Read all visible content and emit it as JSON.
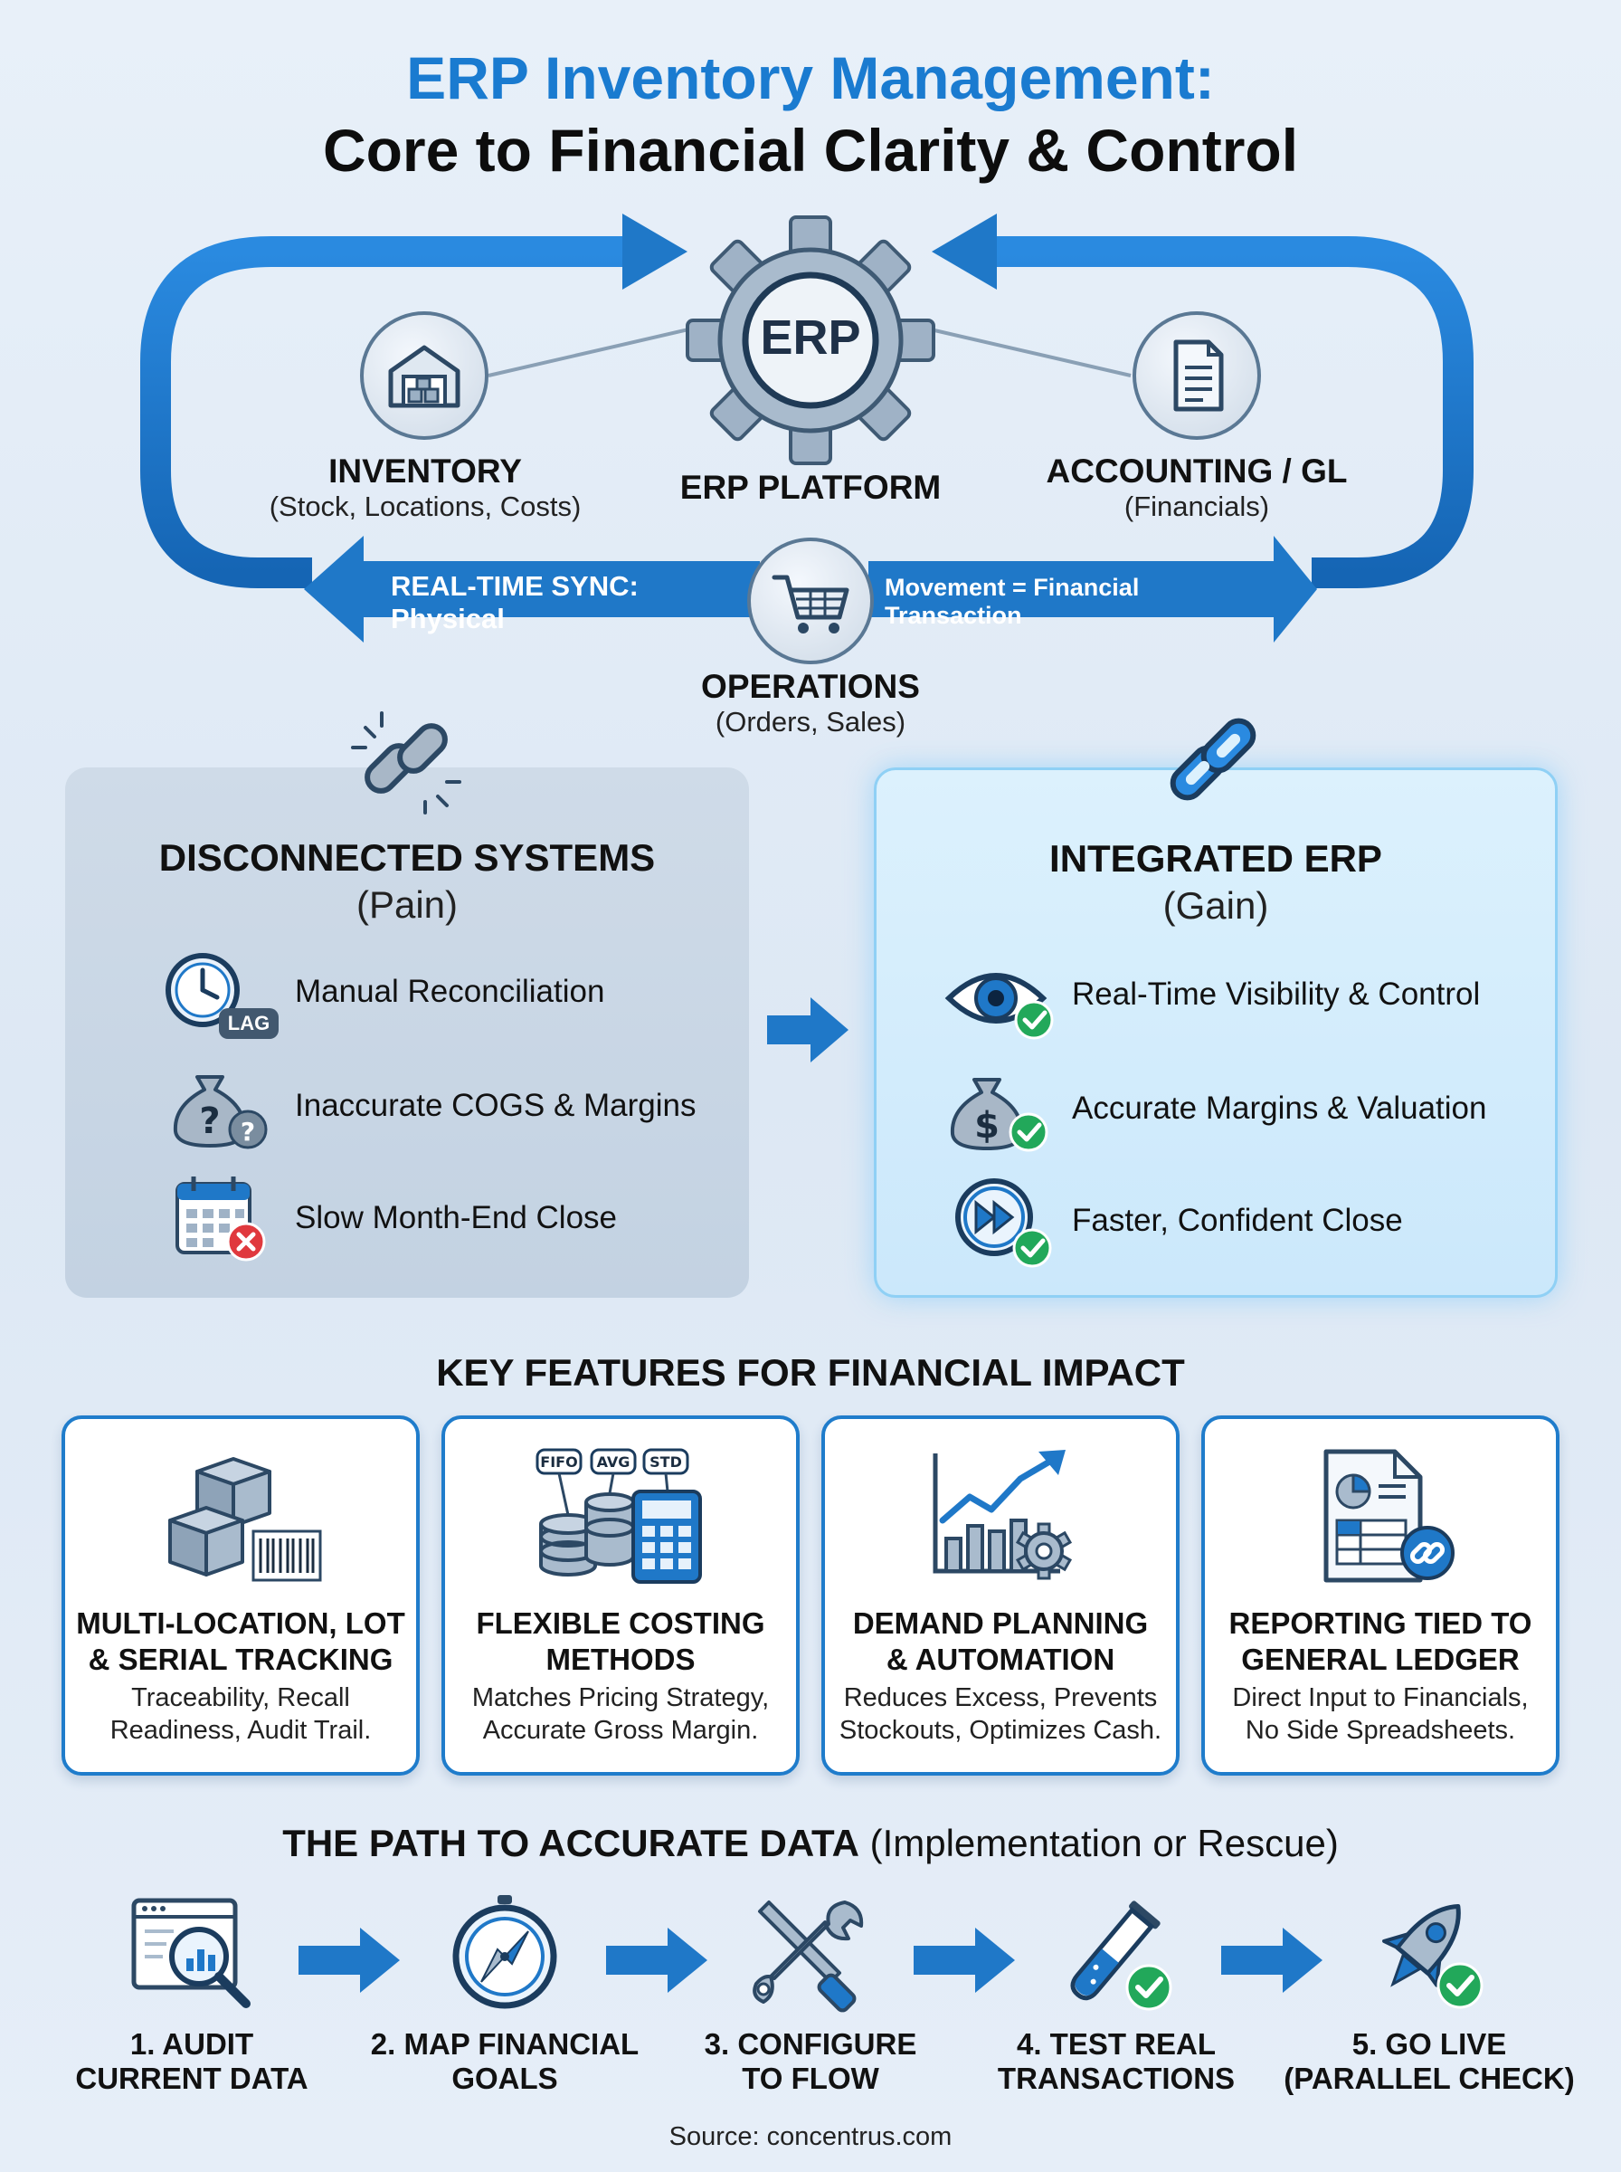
{
  "title": {
    "line1": "ERP Inventory Management:",
    "line2": "Core to Financial Clarity & Control"
  },
  "cycle": {
    "erp_icon_text": "ERP",
    "erp_label": "ERP PLATFORM",
    "inventory": {
      "title": "INVENTORY",
      "subtitle": "(Stock, Locations, Costs)"
    },
    "accounting": {
      "title": "ACCOUNTING / GL",
      "subtitle": "(Financials)"
    },
    "sync_left": "REAL-TIME SYNC: Physical",
    "sync_right": "Movement = Financial Transaction",
    "operations": {
      "title": "OPERATIONS",
      "subtitle": "(Orders, Sales)"
    }
  },
  "comparison": {
    "pain": {
      "title": "DISCONNECTED SYSTEMS",
      "subtitle": "(Pain)",
      "lag_badge": "LAG",
      "items": [
        "Manual Reconciliation",
        "Inaccurate COGS & Margins",
        "Slow Month-End Close"
      ]
    },
    "gain": {
      "title": "INTEGRATED ERP",
      "subtitle": "(Gain)",
      "items": [
        "Real-Time Visibility & Control",
        "Accurate Margins & Valuation",
        "Faster, Confident Close"
      ]
    }
  },
  "features": {
    "heading": "KEY FEATURES FOR FINANCIAL IMPACT",
    "cards": [
      {
        "title1": "MULTI-LOCATION, LOT",
        "title2": "& SERIAL TRACKING",
        "desc1": "Traceability, Recall",
        "desc2": "Readiness, Audit Trail."
      },
      {
        "title1": "FLEXIBLE COSTING",
        "title2": "METHODS",
        "desc1": "Matches Pricing Strategy,",
        "desc2": "Accurate Gross Margin.",
        "tags": [
          "FIFO",
          "AVG",
          "STD"
        ]
      },
      {
        "title1": "DEMAND PLANNING",
        "title2": "& AUTOMATION",
        "desc1": "Reduces Excess, Prevents",
        "desc2": "Stockouts, Optimizes Cash."
      },
      {
        "title1": "REPORTING TIED TO",
        "title2": "GENERAL LEDGER",
        "desc1": "Direct Input to Financials,",
        "desc2": "No Side Spreadsheets."
      }
    ]
  },
  "path": {
    "heading_bold": "THE PATH TO ACCURATE DATA",
    "heading_rest": " (Implementation or Rescue)",
    "steps": [
      {
        "line1": "1. AUDIT",
        "line2": "CURRENT DATA"
      },
      {
        "line1": "2. MAP FINANCIAL",
        "line2": "GOALS"
      },
      {
        "line1": "3. CONFIGURE",
        "line2": "TO FLOW"
      },
      {
        "line1": "4. TEST REAL",
        "line2": "TRANSACTIONS"
      },
      {
        "line1": "5. GO LIVE",
        "line2": "(PARALLEL CHECK)"
      }
    ]
  },
  "source": "Source: concentrus.com",
  "colors": {
    "accent": "#1a7bd0",
    "arrow": "#1f78c8",
    "check": "#22a85a",
    "error": "#e0393e"
  }
}
